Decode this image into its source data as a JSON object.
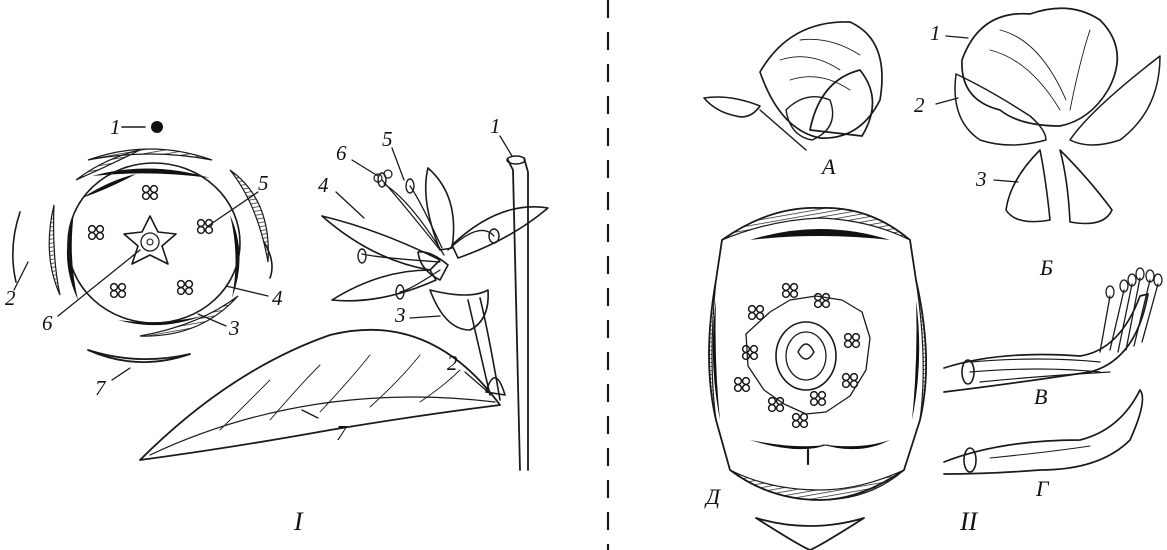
{
  "figure": {
    "panel_I": {
      "roman": "I",
      "diagram_labels": [
        "1",
        "2",
        "3",
        "4",
        "5",
        "6",
        "7"
      ],
      "drawing_labels": [
        "1",
        "2",
        "3",
        "4",
        "5",
        "6",
        "7"
      ]
    },
    "panel_II": {
      "roman": "II",
      "parts": [
        "А",
        "Б",
        "В",
        "Г",
        "Д"
      ],
      "petal_labels": [
        "1",
        "2",
        "3"
      ]
    }
  },
  "colors": {
    "ink": "#1a1a1a",
    "background": "#ffffff"
  }
}
